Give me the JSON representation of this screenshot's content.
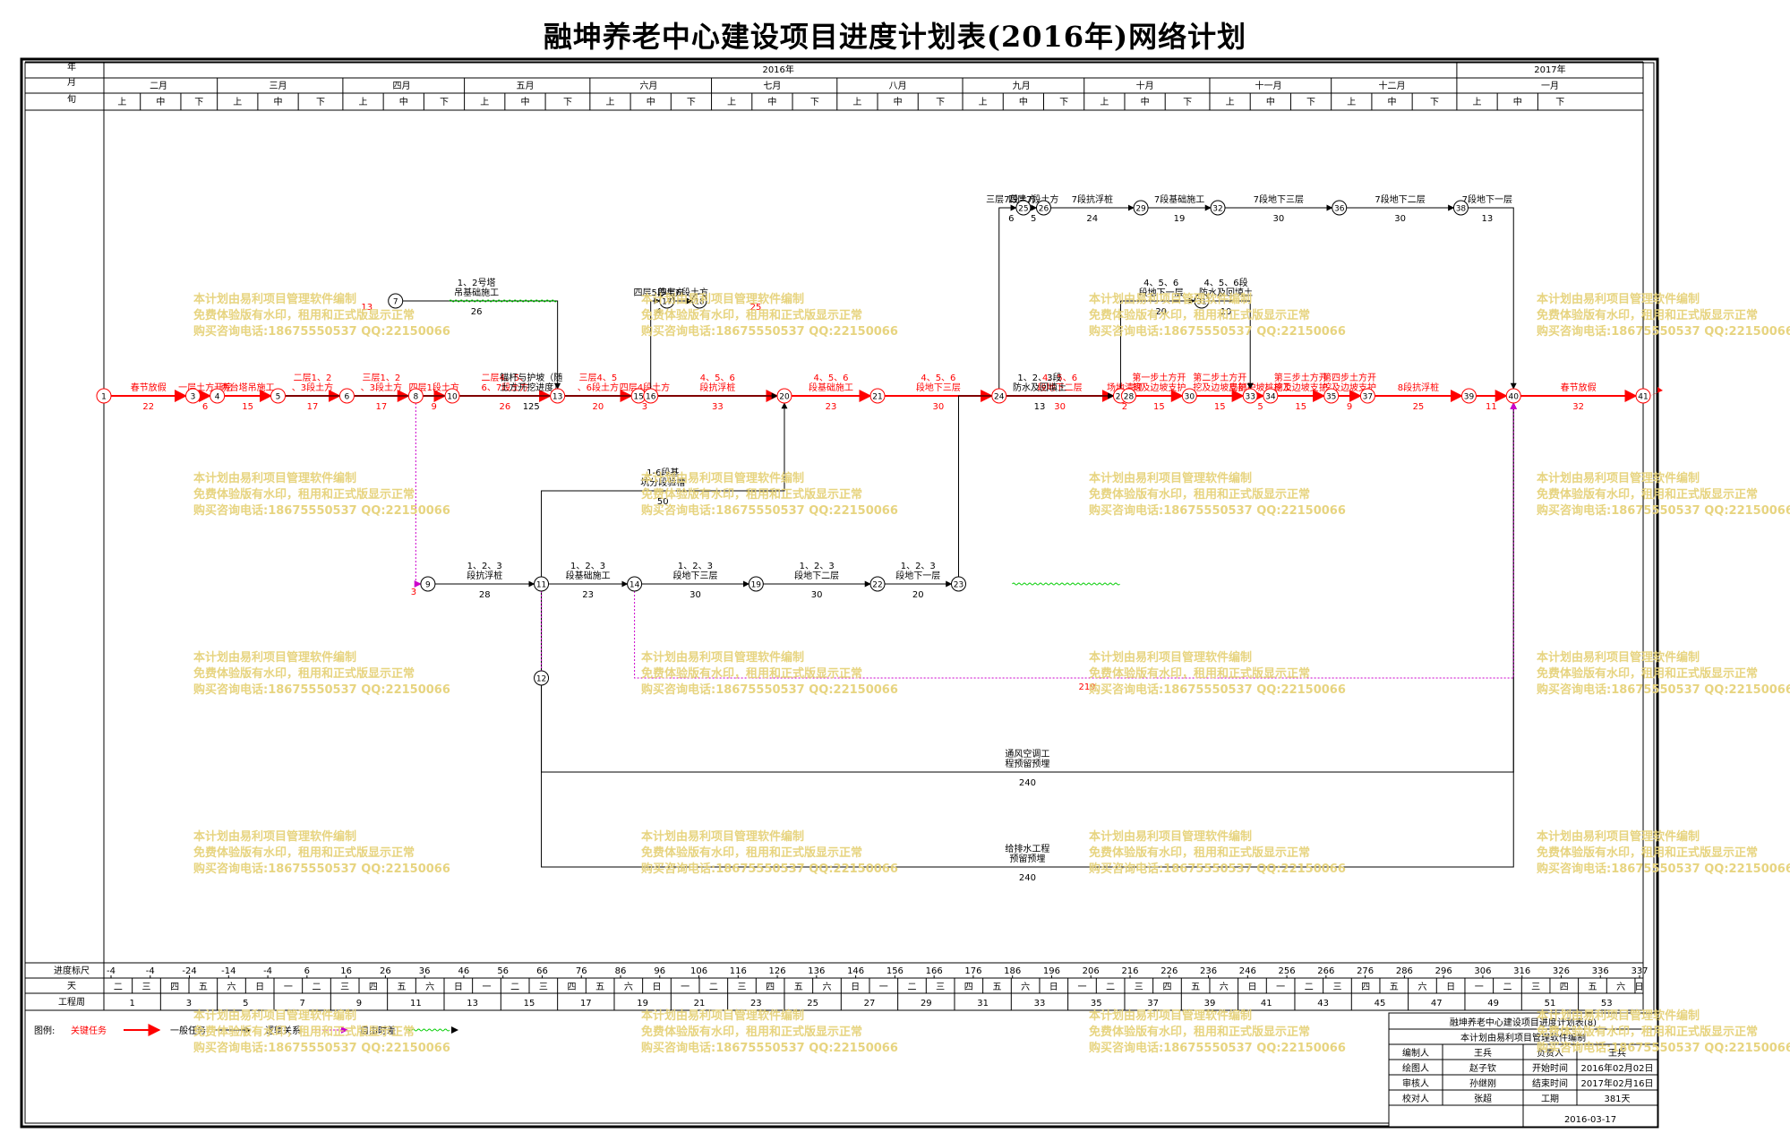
{
  "title": "融坤养老中心建设项目进度计划表(2016年)网络计划",
  "header": {
    "row_labels": [
      "年",
      "月",
      "旬"
    ],
    "years": [
      {
        "label": "2016年",
        "from": "2016-02-02",
        "to": "2016-12-31"
      },
      {
        "label": "2017年",
        "from": "2017-01-01",
        "to": "2017-02-16"
      }
    ],
    "months": [
      {
        "label": "二月",
        "from": "2016-02-02",
        "to": "2016-02-29"
      },
      {
        "label": "三月",
        "from": "2016-03-01",
        "to": "2016-03-31"
      },
      {
        "label": "四月",
        "from": "2016-04-01",
        "to": "2016-04-30"
      },
      {
        "label": "五月",
        "from": "2016-05-01",
        "to": "2016-05-31"
      },
      {
        "label": "六月",
        "from": "2016-06-01",
        "to": "2016-06-30"
      },
      {
        "label": "七月",
        "from": "2016-07-01",
        "to": "2016-07-31"
      },
      {
        "label": "八月",
        "from": "2016-08-01",
        "to": "2016-08-31"
      },
      {
        "label": "九月",
        "from": "2016-09-01",
        "to": "2016-09-30"
      },
      {
        "label": "十月",
        "from": "2016-10-01",
        "to": "2016-10-31"
      },
      {
        "label": "十一月",
        "from": "2016-11-01",
        "to": "2016-11-30"
      },
      {
        "label": "十二月",
        "from": "2016-12-01",
        "to": "2016-12-31"
      },
      {
        "label": "一月",
        "from": "2017-01-01",
        "to": "2017-02-16"
      }
    ],
    "xun_labels": [
      "上",
      "中",
      "下"
    ]
  },
  "scale": {
    "progress_label": "进度标尺",
    "progress_ticks": [
      "-4",
      "-4",
      "-24",
      "-14",
      "-4",
      "6",
      "16",
      "26",
      "36",
      "46",
      "56",
      "66",
      "76",
      "86",
      "96",
      "106",
      "116",
      "126",
      "136",
      "146",
      "156",
      "166",
      "176",
      "186",
      "196",
      "206",
      "216",
      "226",
      "236",
      "246",
      "256",
      "266",
      "276",
      "286",
      "296",
      "306",
      "316",
      "326",
      "336",
      "337"
    ],
    "day_label": "天",
    "weekday_chars": [
      "日",
      "一",
      "二",
      "三",
      "四",
      "五",
      "六"
    ],
    "week_label": "工程周",
    "week_numbers": [
      "1",
      "3",
      "5",
      "7",
      "9",
      "11",
      "13",
      "15",
      "17",
      "19",
      "21",
      "23",
      "25",
      "27",
      "29",
      "31",
      "33",
      "35",
      "37",
      "39",
      "41",
      "43",
      "45",
      "47",
      "49",
      "51",
      "53"
    ]
  },
  "network": {
    "nodes": [
      {
        "id": "1",
        "date": "2016-02-02",
        "row": "main"
      },
      {
        "id": "3",
        "date": "2016-02-24",
        "row": "main"
      },
      {
        "id": "4",
        "date": "2016-03-01",
        "row": "main"
      },
      {
        "id": "5",
        "date": "2016-03-16",
        "row": "main"
      },
      {
        "id": "6",
        "date": "2016-04-02",
        "row": "main"
      },
      {
        "id": "8",
        "date": "2016-04-19",
        "row": "main"
      },
      {
        "id": "10",
        "date": "2016-04-28",
        "row": "main"
      },
      {
        "id": "13",
        "date": "2016-05-24",
        "row": "main"
      },
      {
        "id": "15",
        "date": "2016-06-13",
        "row": "main"
      },
      {
        "id": "16",
        "date": "2016-06-16",
        "row": "main"
      },
      {
        "id": "20",
        "date": "2016-07-19",
        "row": "main"
      },
      {
        "id": "21",
        "date": "2016-08-11",
        "row": "main"
      },
      {
        "id": "24",
        "date": "2016-09-10",
        "row": "main"
      },
      {
        "id": "27",
        "date": "2016-10-10",
        "row": "main"
      },
      {
        "id": "28",
        "date": "2016-10-12",
        "row": "main"
      },
      {
        "id": "30",
        "date": "2016-10-27",
        "row": "main"
      },
      {
        "id": "33",
        "date": "2016-11-11",
        "row": "main"
      },
      {
        "id": "34",
        "date": "2016-11-16",
        "row": "main"
      },
      {
        "id": "35",
        "date": "2016-12-01",
        "row": "main"
      },
      {
        "id": "37",
        "date": "2016-12-10",
        "row": "main"
      },
      {
        "id": "39",
        "date": "2017-01-04",
        "row": "main"
      },
      {
        "id": "40",
        "date": "2017-01-15",
        "row": "main"
      },
      {
        "id": "41",
        "date": "2017-02-16",
        "row": "main"
      },
      {
        "id": "7",
        "date": "2016-04-14",
        "row": "upper"
      },
      {
        "id": "17",
        "date": "2016-06-20",
        "row": "upper"
      },
      {
        "id": "18",
        "date": "2016-06-28",
        "row": "upper"
      },
      {
        "id": "31",
        "date": "2016-10-30",
        "row": "upper"
      },
      {
        "id": "25",
        "date": "2016-09-16",
        "row": "top"
      },
      {
        "id": "26",
        "date": "2016-09-21",
        "row": "top"
      },
      {
        "id": "29",
        "date": "2016-10-15",
        "row": "top"
      },
      {
        "id": "32",
        "date": "2016-11-03",
        "row": "top"
      },
      {
        "id": "36",
        "date": "2016-12-03",
        "row": "top"
      },
      {
        "id": "38",
        "date": "2017-01-02",
        "row": "top"
      },
      {
        "id": "9",
        "date": "2016-04-22",
        "row": "lower"
      },
      {
        "id": "11",
        "date": "2016-05-20",
        "row": "lower"
      },
      {
        "id": "14",
        "date": "2016-06-12",
        "row": "lower"
      },
      {
        "id": "19",
        "date": "2016-07-12",
        "row": "lower"
      },
      {
        "id": "22",
        "date": "2016-08-11",
        "row": "lower"
      },
      {
        "id": "23",
        "date": "2016-08-31",
        "row": "lower"
      },
      {
        "id": "12",
        "date": "2016-05-20",
        "row": "bottom"
      }
    ],
    "tasks": [
      {
        "from": "1",
        "to": "3",
        "name": "春节放假",
        "duration": "22",
        "critical": true
      },
      {
        "from": "3",
        "to": "4",
        "name": "一层土方开挖",
        "duration": "6",
        "critical": true
      },
      {
        "from": "4",
        "to": "5",
        "name": "两台塔吊施工",
        "duration": "15",
        "critical": true
      },
      {
        "from": "5",
        "to": "6",
        "name": "二层1、2、3段土方",
        "duration": "17",
        "critical": true
      },
      {
        "from": "6",
        "to": "8",
        "name": "三层1、2、3段土方",
        "duration": "17",
        "critical": true
      },
      {
        "from": "8",
        "to": "10",
        "name": "四层1段土方",
        "duration": "9",
        "critical": true
      },
      {
        "from": "10",
        "to": "13",
        "name": "二层4、5、6、7段土方",
        "duration": "26",
        "critical": true
      },
      {
        "from": "13",
        "to": "15",
        "name": "三层4、5、6段土方",
        "duration": "20",
        "critical": true
      },
      {
        "from": "15",
        "to": "16",
        "name": "四层4段土方",
        "duration": "3",
        "critical": true
      },
      {
        "from": "16",
        "to": "20",
        "name": "4、5、6段抗浮桩",
        "duration": "33",
        "critical": true
      },
      {
        "from": "20",
        "to": "21",
        "name": "4、5、6段基础施工",
        "duration": "23",
        "critical": true
      },
      {
        "from": "21",
        "to": "24",
        "name": "4、5、6段地下三层",
        "duration": "30",
        "critical": true
      },
      {
        "from": "24",
        "to": "27",
        "name": "4、5、6段地下二层",
        "duration": "30",
        "critical": true
      },
      {
        "from": "27",
        "to": "28",
        "name": "场地清理",
        "duration": "2",
        "critical": true
      },
      {
        "from": "28",
        "to": "30",
        "name": "第一步土方开挖及边坡支护",
        "duration": "15",
        "critical": true
      },
      {
        "from": "30",
        "to": "33",
        "name": "第二步土方开挖及边坡支护",
        "duration": "15",
        "critical": true
      },
      {
        "from": "33",
        "to": "34",
        "name": "局部护坡桩施工",
        "duration": "5",
        "critical": true
      },
      {
        "from": "34",
        "to": "35",
        "name": "第三步土方开挖及边坡支护",
        "duration": "15",
        "critical": true
      },
      {
        "from": "35",
        "to": "37",
        "name": "第四步土方开挖及边坡支护",
        "duration": "9",
        "critical": true
      },
      {
        "from": "37",
        "to": "39",
        "name": "8段抗浮桩",
        "duration": "25",
        "critical": true
      },
      {
        "from": "39",
        "to": "40",
        "name": "",
        "duration": "11",
        "critical": true
      },
      {
        "from": "40",
        "to": "41",
        "name": "春节放假",
        "duration": "32",
        "critical": true
      },
      {
        "from": "5",
        "to": "20",
        "name": "锚杆与护坡（随土方开挖进度）",
        "duration": "125",
        "critical": false
      },
      {
        "from": "7",
        "to": "13",
        "name": "1、2号塔吊基础施工",
        "duration": "26",
        "critical": false
      },
      {
        "from": "16",
        "to": "17",
        "name": "四层5段土方",
        "duration": "4",
        "critical": false
      },
      {
        "from": "17",
        "to": "18",
        "name": "四层6段土方",
        "duration": "",
        "critical": false
      },
      {
        "from": "27",
        "to": "31",
        "name": "4、5、6段地下一层",
        "duration": "20",
        "critical": false
      },
      {
        "from": "31",
        "to": "33",
        "name": "4、5、6段防水及回填土",
        "duration": "10",
        "critical": false
      },
      {
        "from": "24",
        "to": "25",
        "name": "三层7段土方",
        "duration": "6",
        "critical": false
      },
      {
        "from": "25",
        "to": "26",
        "name": "四层7段土方",
        "duration": "5",
        "critical": false
      },
      {
        "from": "26",
        "to": "29",
        "name": "7段抗浮桩",
        "duration": "24",
        "critical": false
      },
      {
        "from": "29",
        "to": "32",
        "name": "7段基础施工",
        "duration": "19",
        "critical": false
      },
      {
        "from": "32",
        "to": "36",
        "name": "7段地下三层",
        "duration": "30",
        "critical": false
      },
      {
        "from": "36",
        "to": "38",
        "name": "7段地下二层",
        "duration": "30",
        "critical": false
      },
      {
        "from": "38",
        "to": "40",
        "name": "7段地下一层",
        "duration": "13",
        "critical": false
      },
      {
        "from": "9",
        "to": "11",
        "name": "1、2、3段抗浮桩",
        "duration": "28",
        "critical": false
      },
      {
        "from": "11",
        "to": "14",
        "name": "1、2、3段基础施工",
        "duration": "23",
        "critical": false
      },
      {
        "from": "14",
        "to": "19",
        "name": "1、2、3段地下三层",
        "duration": "30",
        "critical": false
      },
      {
        "from": "19",
        "to": "22",
        "name": "1、2、3段地下二层",
        "duration": "30",
        "critical": false
      },
      {
        "from": "22",
        "to": "23",
        "name": "1、2、3段地下一层",
        "duration": "20",
        "critical": false
      },
      {
        "from": "23",
        "to": "27",
        "name": "1、2、3段防水及回填土",
        "duration": "13",
        "critical": false
      },
      {
        "from": "11",
        "to": "20",
        "name": "1-6段基坑分段验槽",
        "duration": "50",
        "critical": false
      },
      {
        "from": "11",
        "to": "40",
        "name": "通风空调工程预留预埋",
        "duration": "240",
        "critical": false
      },
      {
        "from": "11",
        "to": "40",
        "name": "给排水工程预留预埋",
        "duration": "240",
        "critical": false
      }
    ],
    "float_numbers": [
      "13",
      "25",
      "3",
      "219"
    ]
  },
  "legend": {
    "label": "图例:",
    "critical": "关键任务",
    "normal": "一般任务",
    "logic": "逻辑关系",
    "float": "自由时差"
  },
  "info_table": {
    "title": "融坤养老中心建设项目进度计划表(8)",
    "subtitle": "本计划由易利项目管理软件编制",
    "rows": [
      [
        "编制人",
        "王兵",
        "负责人",
        "王兵"
      ],
      [
        "绘图人",
        "赵子钦",
        "开始时间",
        "2016年02月02日"
      ],
      [
        "审核人",
        "孙继刚",
        "结束时间",
        "2017年02月16日"
      ],
      [
        "校对人",
        "张超",
        "工期",
        "381天"
      ]
    ],
    "date": "2016-03-17"
  },
  "watermark": [
    "本计划由易利项目管理软件编制",
    "免费体验版有水印，租用和正式版显示正常",
    "购买咨询电话:18675550537 QQ:22150066"
  ],
  "colors": {
    "critical": "#ff0000",
    "normal": "#000000",
    "float": "#00cc00",
    "logic": "#cc00cc",
    "watermark": "#e6d27a"
  }
}
